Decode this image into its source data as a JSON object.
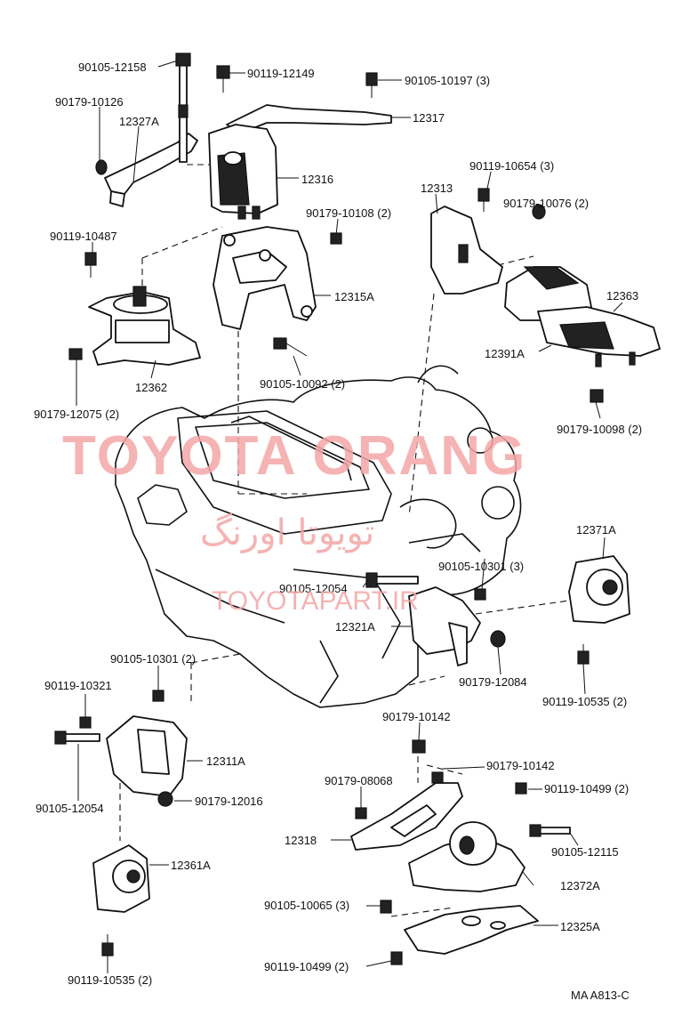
{
  "diagram": {
    "labels": {
      "p90105_12158": "90105-12158",
      "p90119_12149": "90119-12149",
      "p90105_10197": "90105-10197 (3)",
      "p90179_10126": "90179-10126",
      "p12327A": "12327A",
      "p12317": "12317",
      "p12316": "12316",
      "p90119_10654": "90119-10654 (3)",
      "p12313": "12313",
      "p90179_10108": "90179-10108 (2)",
      "p90179_10076": "90179-10076 (2)",
      "p90119_10487": "90119-10487",
      "p12315A": "12315A",
      "p12363": "12363",
      "p12391A": "12391A",
      "p90105_10092": "90105-10092 (2)",
      "p12362": "12362",
      "p90179_12075": "90179-12075 (2)",
      "p90179_10098": "90179-10098 (2)",
      "p12371A": "12371A",
      "p90105_10301a": "90105-10301 (3)",
      "p90105_12054a": "90105-12054",
      "p12321A": "12321A",
      "p90179_12084": "90179-12084",
      "p90119_10535a": "90119-10535 (2)",
      "p90105_10301b": "90105-10301 (2)",
      "p90119_10321": "90119-10321",
      "p90179_10142a": "90179-10142",
      "p12311A": "12311A",
      "p90179_10142b": "90179-10142",
      "p90105_12054b": "90105-12054",
      "p90179_08068": "90179-08068",
      "p90119_10499a": "90119-10499 (2)",
      "p90179_12016": "90179-12016",
      "p12318": "12318",
      "p90105_12115": "90105-12115",
      "p12361A": "12361A",
      "p12372A": "12372A",
      "p90105_10065": "90105-10065 (3)",
      "p12325A": "12325A",
      "p90119_10535b": "90119-10535 (2)",
      "p90119_10499b": "90119-10499 (2)",
      "diagram_code": "MA A813-C"
    },
    "watermark": {
      "line1": "TOYOTA ORANG",
      "line2": "تويوتا اورنگ",
      "line3": "TOYOTAPART.IR"
    }
  }
}
